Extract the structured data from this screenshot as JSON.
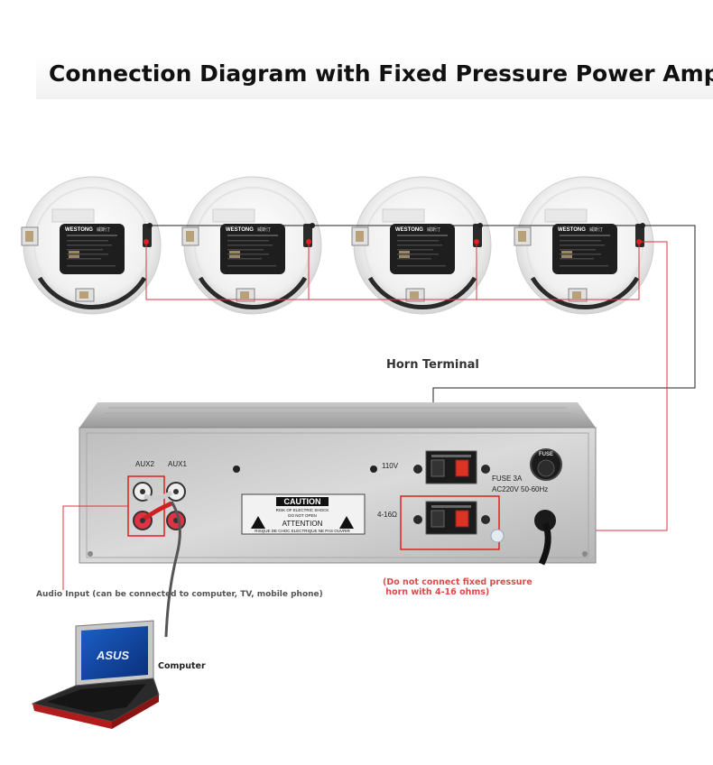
{
  "title": "Connection Diagram with Fixed Pressure Power Amplifier",
  "labels": {
    "horn_terminal": "Horn Terminal",
    "audio_input": "Audio Input (can be connected to computer, TV, mobile phone)",
    "computer": "Computer",
    "warning_line1": "(Do not connect fixed pressure",
    "warning_line2": " horn with 4-16 ohms)"
  },
  "speaker": {
    "brand": "WESTONG",
    "brand_suffix": "威斯汀",
    "count": 4
  },
  "amplifier": {
    "aux2": "AUX2",
    "aux1": "AUX1",
    "v110": "110V",
    "ohm": "4-16Ω",
    "fuse": "FUSE",
    "fuse_rating": "FUSE  3A",
    "ac": "AC220V  50-60Hz",
    "caution": "CAUTION",
    "caution_sub1": "RISK OF ELECTRIC SHOCK",
    "caution_sub2": "DO NOT OPEN",
    "attention": "ATTENTION",
    "attention_sub": "RISQUE DE CHOC ELECTRIQUE NE PAS OUVRIR"
  },
  "laptop": {
    "brand": "ASUS"
  },
  "colors": {
    "red_wire": "#d8383c",
    "black_wire": "#222222",
    "highlight": "#e02020"
  }
}
